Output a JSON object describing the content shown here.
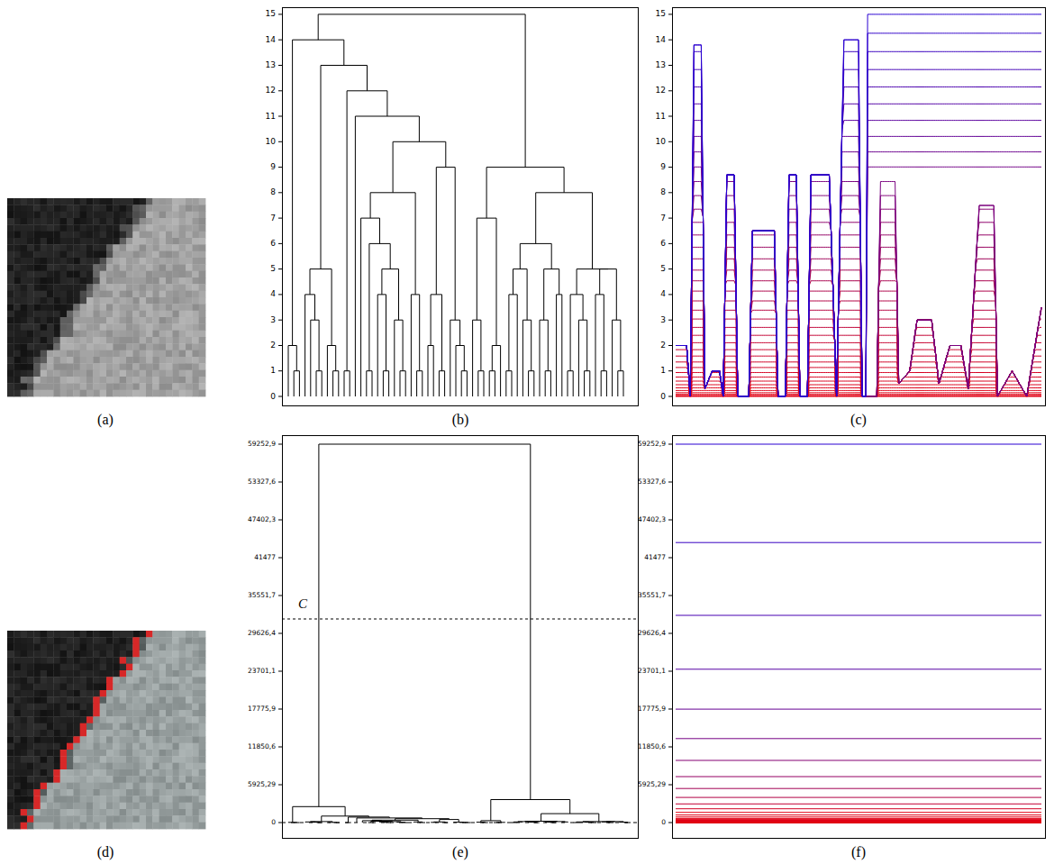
{
  "diagram": {
    "labels": [
      "(a)",
      "(b)",
      "(c)",
      "(d)",
      "(e)",
      "(f)",
      "0",
      "1",
      "2",
      "3",
      "4",
      "5",
      "6",
      "7",
      "8",
      "9",
      "10",
      "11",
      "12",
      "13",
      "14",
      "15",
      "0",
      "1",
      "2",
      "3",
      "4",
      "5",
      "6",
      "7",
      "8",
      "9",
      "10",
      "11",
      "12",
      "13",
      "14",
      "15",
      "0",
      "5925,29",
      "11850,6",
      "17775,9",
      "23701,1",
      "29626,4",
      "35551,7",
      "41477",
      "47402,3",
      "53327,6",
      "59252,9",
      "C",
      "0",
      "5925,29",
      "11850,6",
      "17775,9",
      "23701,1",
      "29626,4",
      "35551,7",
      "41477",
      "47402,3",
      "53327,6",
      "59252,9"
    ]
  }
}
